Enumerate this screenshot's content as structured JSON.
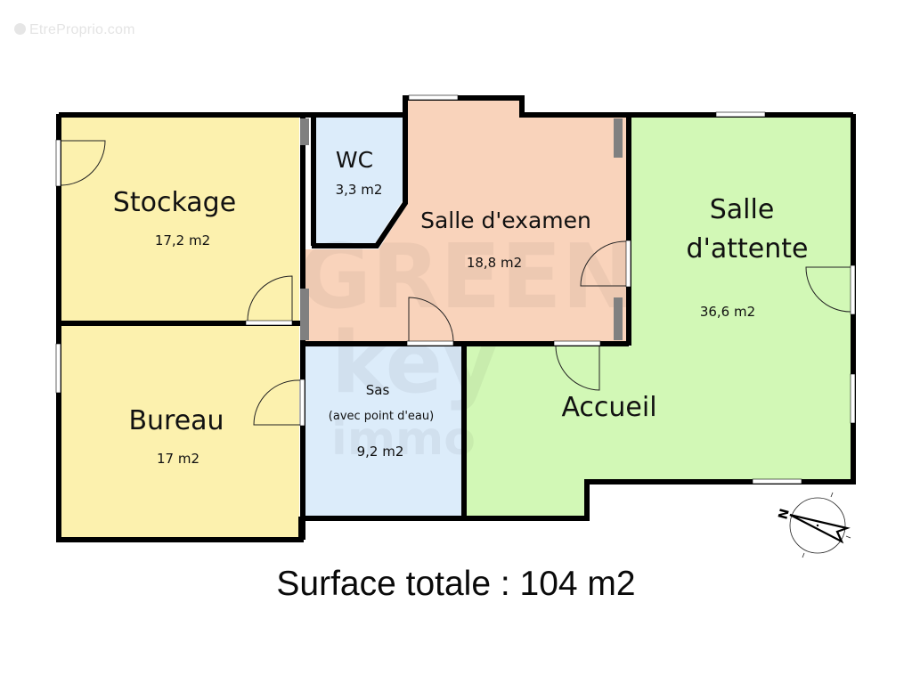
{
  "watermark": {
    "site": "EtreProprio.com",
    "agency_lines": [
      "GREEN",
      "key",
      "immo"
    ]
  },
  "rooms": [
    {
      "id": "stockage",
      "name": "Stockage",
      "area": "17,2 m2",
      "color": "#fcf1ae"
    },
    {
      "id": "wc",
      "name": "WC",
      "area": "3,3 m2",
      "color": "#dcecfa"
    },
    {
      "id": "salle-examen",
      "name": "Salle d'examen",
      "area": "18,8 m2",
      "color": "#f9d3bb"
    },
    {
      "id": "salle-attente",
      "name_line1": "Salle",
      "name_line2": "d'attente",
      "area": "36,6 m2",
      "color": "#d2f8b6"
    },
    {
      "id": "bureau",
      "name": "Bureau",
      "area": "17 m2",
      "color": "#fcf1ae"
    },
    {
      "id": "sas",
      "name": "Sas",
      "subtitle": "(avec point d'eau)",
      "area": "9,2 m2",
      "color": "#dcecfa"
    },
    {
      "id": "accueil",
      "name": "Accueil"
    }
  ],
  "compass": {
    "label": "N"
  },
  "footer": {
    "total": "Surface totale : 104 m2"
  },
  "colors": {
    "wall": "#000000",
    "pillar": "#808080",
    "window": "#ffffff"
  }
}
